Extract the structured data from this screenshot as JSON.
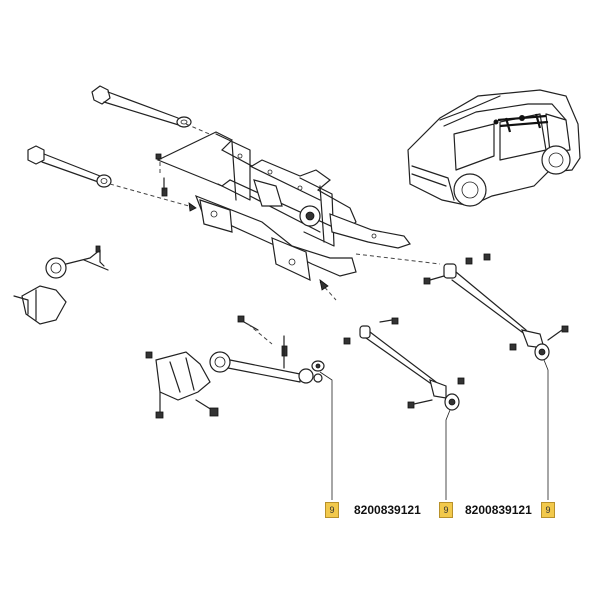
{
  "callouts": [
    {
      "tag": "9",
      "part_number": "8200839121"
    },
    {
      "tag": "9",
      "part_number": "8200839121"
    },
    {
      "tag": "9",
      "part_number": ""
    }
  ]
}
